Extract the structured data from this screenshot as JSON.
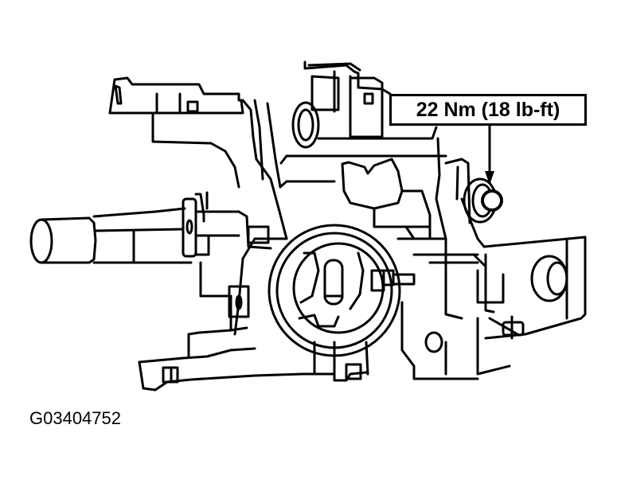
{
  "diagram": {
    "subject": "steering column lock housing assembly",
    "style": "black line art on white",
    "colors": {
      "line": "#000000",
      "background": "#ffffff"
    }
  },
  "callouts": [
    {
      "id": "torque-spec",
      "label": "22 Nm (18 lb-ft)",
      "points_to": "mounting bolt (right)"
    }
  ],
  "figure": {
    "id": "G03404752"
  }
}
